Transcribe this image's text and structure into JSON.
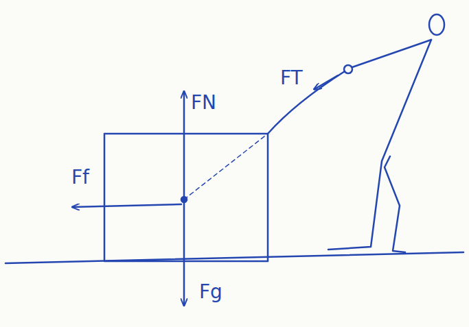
{
  "diagram": {
    "labels": [
      "FN",
      "FT",
      "Ff",
      "Fg"
    ]
  }
}
